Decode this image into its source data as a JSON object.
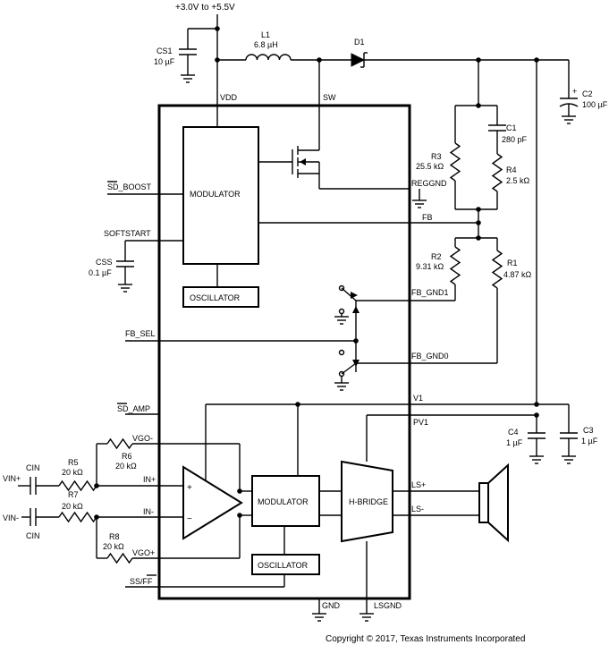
{
  "supply": "+3.0V to +5.5V",
  "pins": {
    "vdd": "VDD",
    "sw": "SW",
    "sd_boost": "SD_BOOST",
    "softstart": "SOFTSTART",
    "reggnd": "REGGND",
    "fb": "FB",
    "fb_gnd1": "FB_GND1",
    "fb_sel": "FB_SEL",
    "fb_gnd0": "FB_GND0",
    "sd_amp": "SD_AMP",
    "v1": "V1",
    "pv1": "PV1",
    "vgo_minus": "VGO-",
    "vgo_plus": "VGO+",
    "in_plus": "IN+",
    "in_minus": "IN-",
    "ls_plus": "LS+",
    "ls_minus": "LS-",
    "ss_ff": "SS/FF",
    "gnd": "GND",
    "lsgnd": "LSGND"
  },
  "blocks": {
    "modulator_top": "MODULATOR",
    "oscillator_top": "OSCILLATOR",
    "modulator_bottom": "MODULATOR",
    "h_bridge": "H-BRIDGE",
    "oscillator_bottom": "OSCILLATOR"
  },
  "components": {
    "cs1": {
      "name": "CS1",
      "value": "10 µF"
    },
    "l1": {
      "name": "L1",
      "value": "6.8 µH"
    },
    "d1": {
      "name": "D1"
    },
    "c2": {
      "name": "C2",
      "value": "100 µF"
    },
    "c1": {
      "name": "C1",
      "value": "280 pF"
    },
    "r3": {
      "name": "R3",
      "value": "25.5 kΩ"
    },
    "r4": {
      "name": "R4",
      "value": "2.5 kΩ"
    },
    "r2": {
      "name": "R2",
      "value": "9.31 kΩ"
    },
    "r1": {
      "name": "R1",
      "value": "4.87 kΩ"
    },
    "css": {
      "name": "CSS",
      "value": "0.1 µF"
    },
    "c4": {
      "name": "C4",
      "value": "1 µF"
    },
    "c3": {
      "name": "C3",
      "value": "1 µF"
    },
    "r5": {
      "name": "R5",
      "value": "20 kΩ"
    },
    "r6": {
      "name": "R6",
      "value": "20 kΩ"
    },
    "r7": {
      "name": "R7",
      "value": "20 kΩ"
    },
    "r8": {
      "name": "R8",
      "value": "20 kΩ"
    },
    "cin_top": {
      "name": "CIN"
    },
    "cin_bottom": {
      "name": "CIN"
    }
  },
  "inputs": {
    "vin_plus": "VIN+",
    "vin_minus": "VIN-"
  },
  "opamp": {
    "plus": "+",
    "minus": "−"
  },
  "c2_polarity": "+",
  "copyright": "Copyright © 2017, Texas Instruments Incorporated"
}
